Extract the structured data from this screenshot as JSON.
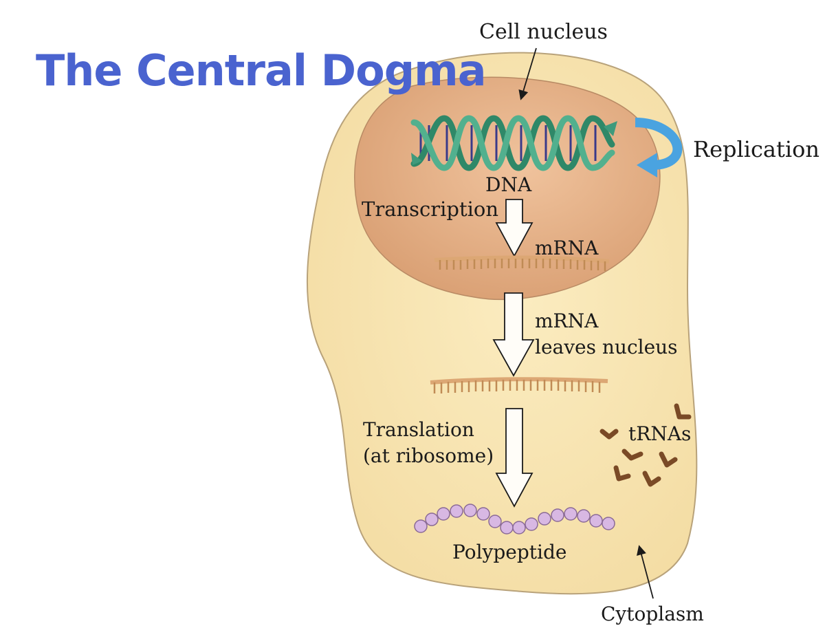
{
  "title": "The Central Dogma",
  "labels": {
    "cell_nucleus": "Cell nucleus",
    "replication": "Replication",
    "dna": "DNA",
    "transcription": "Transcription",
    "mrna_nucleus": "mRNA",
    "mrna_leaves_line1": "mRNA",
    "mrna_leaves_line2": "leaves nucleus",
    "translation_line1": "Translation",
    "translation_line2": "(at ribosome)",
    "trnas": "tRNAs",
    "polypeptide": "Polypeptide",
    "cytoplasm": "Cytoplasm"
  },
  "colors": {
    "title": "#4a63cf",
    "cytoplasm": "#f8e6b2",
    "nucleus": "#e8b389",
    "dna_backbone": "#3f9a7c",
    "dna_bases": "#3a3a8a",
    "replication_arrow": "#4aa3e0",
    "mrna": "#dca774",
    "trna": "#7a4a26",
    "polypeptide_bead": "#d8b8e3"
  }
}
